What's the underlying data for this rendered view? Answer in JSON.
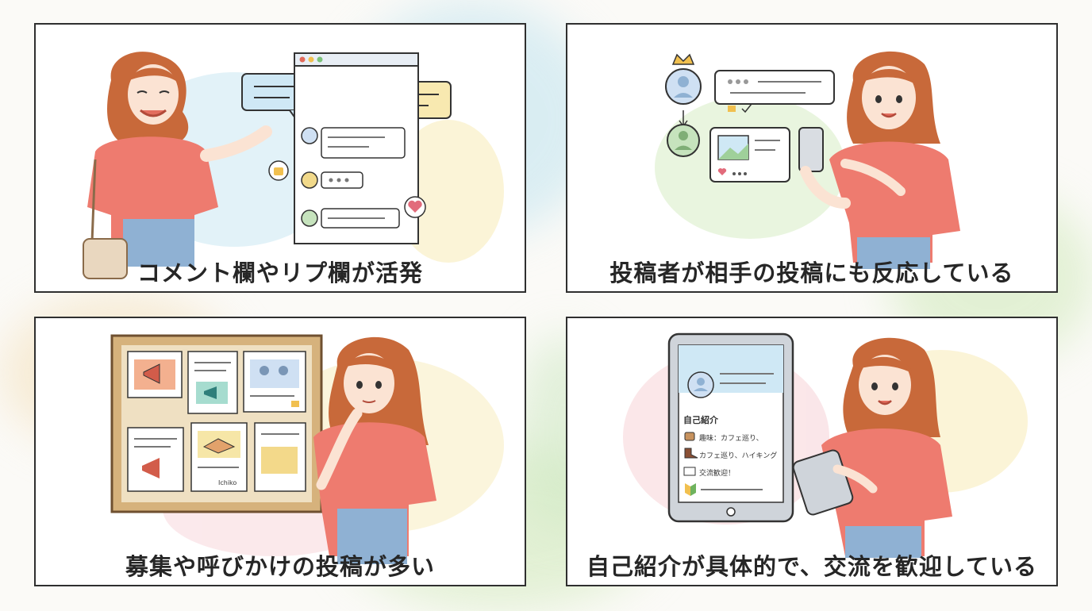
{
  "panels": [
    {
      "caption": "コメント欄やリプ欄が活発"
    },
    {
      "caption": "投稿者が相手の投稿にも反応している"
    },
    {
      "caption": "募集や呼びかけの投稿が多い"
    },
    {
      "caption": "自己紹介が具体的で、交流を歓迎している"
    }
  ],
  "tablet_profile": {
    "heading": "自己紹介",
    "lines": [
      "趣味：カフェ巡り、",
      "カフェ巡り、ハイキング",
      "交流歓迎！"
    ]
  },
  "board_note": "Ichiko",
  "colors": {
    "shirt": "#ee7b6f",
    "hair": "#c8693a",
    "jeans": "#8fb1d3",
    "wash_blue": "#bfe3ef",
    "wash_green": "#cfe9b9",
    "wash_yellow": "#f6e6a7",
    "wash_pink": "#f6c9cf"
  },
  "icons": [
    "thumbs-up-icon",
    "heart-icon",
    "crown-icon",
    "megaphone-icon",
    "handshake-icon",
    "coffee-icon",
    "boot-icon",
    "book-icon",
    "beginner-leaf-icon",
    "avatar-icon"
  ]
}
